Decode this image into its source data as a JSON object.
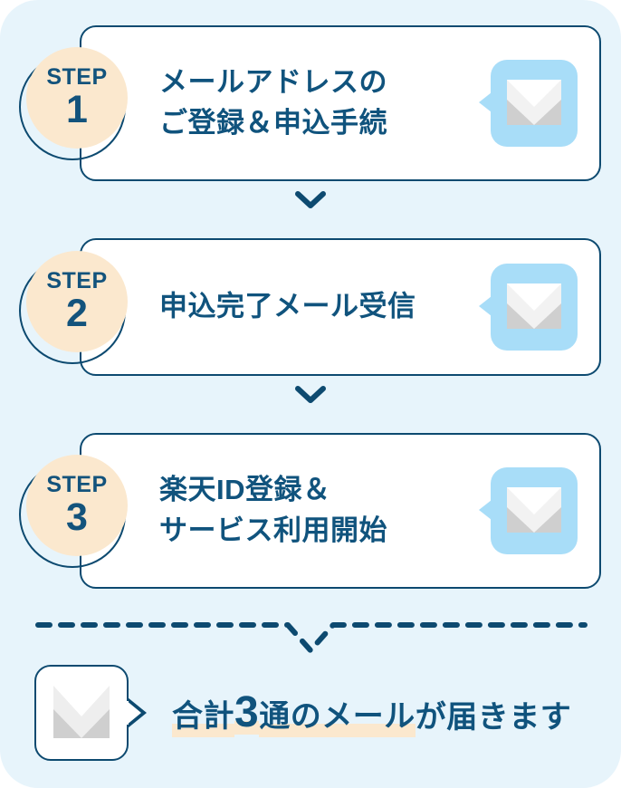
{
  "panel": {
    "background_color": "#e7f4fb",
    "accent_navy": "#0d4a70",
    "text_navy": "#10537d",
    "badge_cream": "#fbe8ce",
    "envelope_blue": "#a8ddf8"
  },
  "steps": [
    {
      "badge_word": "STEP",
      "badge_number": "1",
      "text": "メールアドレスの\nご登録＆申込手続",
      "icon": "envelope-icon"
    },
    {
      "badge_word": "STEP",
      "badge_number": "2",
      "text": "申込完了メール受信",
      "icon": "envelope-icon"
    },
    {
      "badge_word": "STEP",
      "badge_number": "3",
      "text": "楽天ID登録＆\nサービス利用開始",
      "icon": "envelope-icon"
    }
  ],
  "connectors": [
    {
      "icon": "chevron-down-icon"
    },
    {
      "icon": "chevron-down-icon"
    }
  ],
  "divider": {
    "icon": "dashed-divider-with-notch"
  },
  "summary": {
    "icon": "envelope-icon",
    "highlighted_text": "合計",
    "count": "3",
    "highlighted_text_2": "通のメール",
    "tail_text": "が届きます",
    "full_text": "合計3通のメールが届きます"
  }
}
